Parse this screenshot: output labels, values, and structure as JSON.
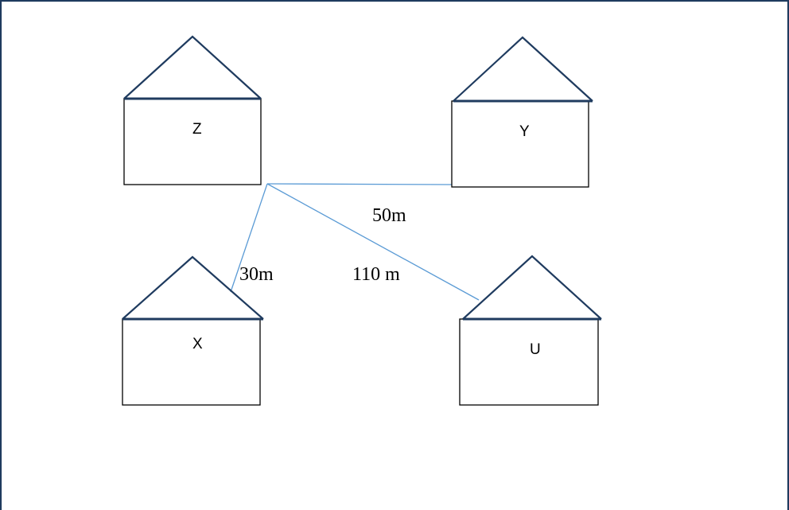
{
  "colors": {
    "border": "#1f3b5f",
    "roof": "#1f3b5f",
    "wall": "#000000",
    "link": "#5b9bd5"
  },
  "houses": [
    {
      "id": "z",
      "label": "Z"
    },
    {
      "id": "y",
      "label": "Y"
    },
    {
      "id": "x",
      "label": "X"
    },
    {
      "id": "u",
      "label": "U"
    }
  ],
  "links": [
    {
      "id": "z-y",
      "distance": "50m"
    },
    {
      "id": "z-x",
      "distance": "30m"
    },
    {
      "id": "z-u",
      "distance": "110 m"
    }
  ]
}
